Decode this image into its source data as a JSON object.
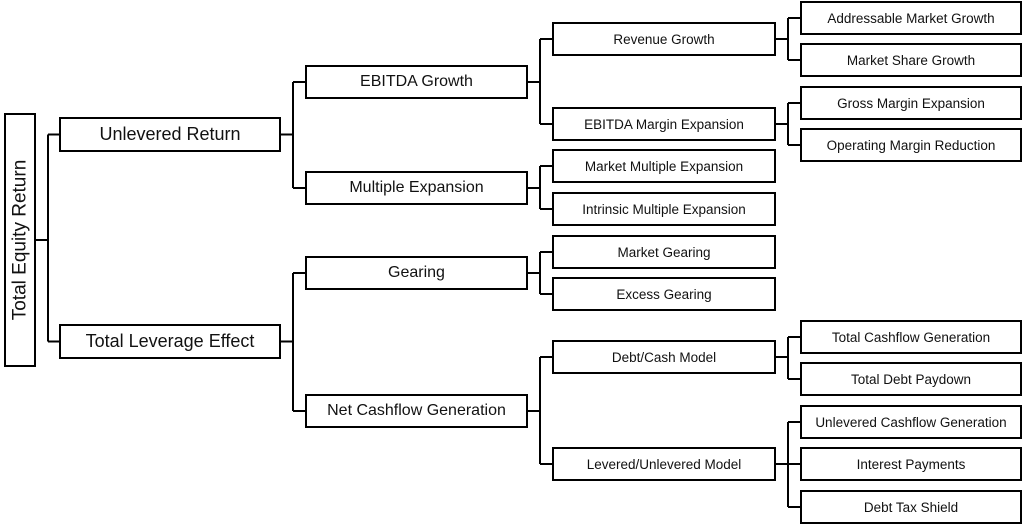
{
  "diagram": {
    "root": "Total Equity Return",
    "level1": [
      {
        "id": "unlevered",
        "label": "Unlevered Return"
      },
      {
        "id": "leverage",
        "label": "Total Leverage Effect"
      }
    ],
    "level2": [
      {
        "id": "ebitda",
        "label": "EBITDA Growth"
      },
      {
        "id": "multiple",
        "label": "Multiple Expansion"
      },
      {
        "id": "gearing",
        "label": "Gearing"
      },
      {
        "id": "netcash",
        "label": "Net Cashflow Generation"
      }
    ],
    "level3": [
      {
        "id": "revenue",
        "label": "Revenue Growth"
      },
      {
        "id": "margin",
        "label": "EBITDA Margin Expansion"
      },
      {
        "id": "mkt_mult",
        "label": "Market Multiple Expansion"
      },
      {
        "id": "intr_mult",
        "label": "Intrinsic Multiple Expansion"
      },
      {
        "id": "mkt_gear",
        "label": "Market Gearing"
      },
      {
        "id": "exc_gear",
        "label": "Excess Gearing"
      },
      {
        "id": "debtcash",
        "label": "Debt/Cash Model"
      },
      {
        "id": "levunlev",
        "label": "Levered/Unlevered Model"
      }
    ],
    "level4": [
      {
        "id": "addr",
        "label": "Addressable Market Growth"
      },
      {
        "id": "share",
        "label": "Market Share Growth"
      },
      {
        "id": "gross",
        "label": "Gross Margin Expansion"
      },
      {
        "id": "opmarg",
        "label": "Operating Margin Reduction"
      },
      {
        "id": "tcg",
        "label": "Total Cashflow Generation"
      },
      {
        "id": "tdp",
        "label": "Total Debt Paydown"
      },
      {
        "id": "ucg",
        "label": "Unlevered Cashflow Generation"
      },
      {
        "id": "int",
        "label": "Interest Payments"
      },
      {
        "id": "dts",
        "label": "Debt Tax Shield"
      }
    ]
  }
}
